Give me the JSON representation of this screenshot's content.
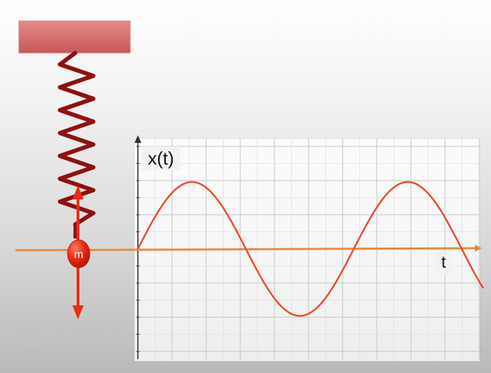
{
  "diagram": {
    "mass_label": "m",
    "graph": {
      "y_label": "x(t)",
      "x_label": "t"
    }
  },
  "colors": {
    "ceiling_block": "#d86a6a",
    "spring": "#8f1010",
    "mass": "#e52713",
    "force_arrows": "#ee2a12",
    "equilibrium_axis": "#e88a3f",
    "sine_curve": "#f04a2a",
    "grid_line": "#bdbdbd",
    "axis_line": "#333333"
  },
  "icons": {
    "mass_shape": "circle",
    "arrow_up": "arrow-up-icon",
    "arrow_down": "arrow-down-icon"
  },
  "chart_data": {
    "type": "line",
    "series": [
      {
        "x": [
          0,
          0.5,
          1,
          1.5,
          2,
          2.5,
          3,
          3.2
        ],
        "y": [
          0,
          1,
          0,
          -1,
          0,
          1,
          0,
          -0.6
        ]
      }
    ],
    "x_tick_labels": [],
    "y_tick_labels": [],
    "grid": true,
    "title": "",
    "xlabel": "t",
    "ylabel": "x(t)"
  }
}
